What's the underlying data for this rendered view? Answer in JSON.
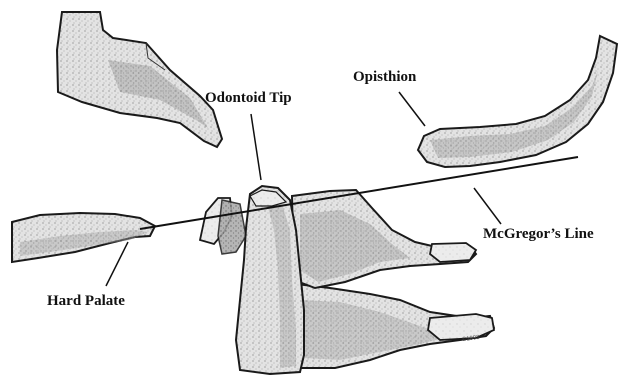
{
  "labels": {
    "odontoid_tip": "Odontoid Tip",
    "opisthion": "Opisthion",
    "mcgregors_line": "McGregor’s Line",
    "hard_palate": "Hard Palate"
  },
  "signature": "©1993",
  "colors": {
    "bone_fill": "#e6e6e6",
    "bone_dark": "#8a8a8a",
    "bone_shadow": "#5f5f5f",
    "outline": "#1a1a1a",
    "label_text": "#111111",
    "background": "#ffffff"
  }
}
